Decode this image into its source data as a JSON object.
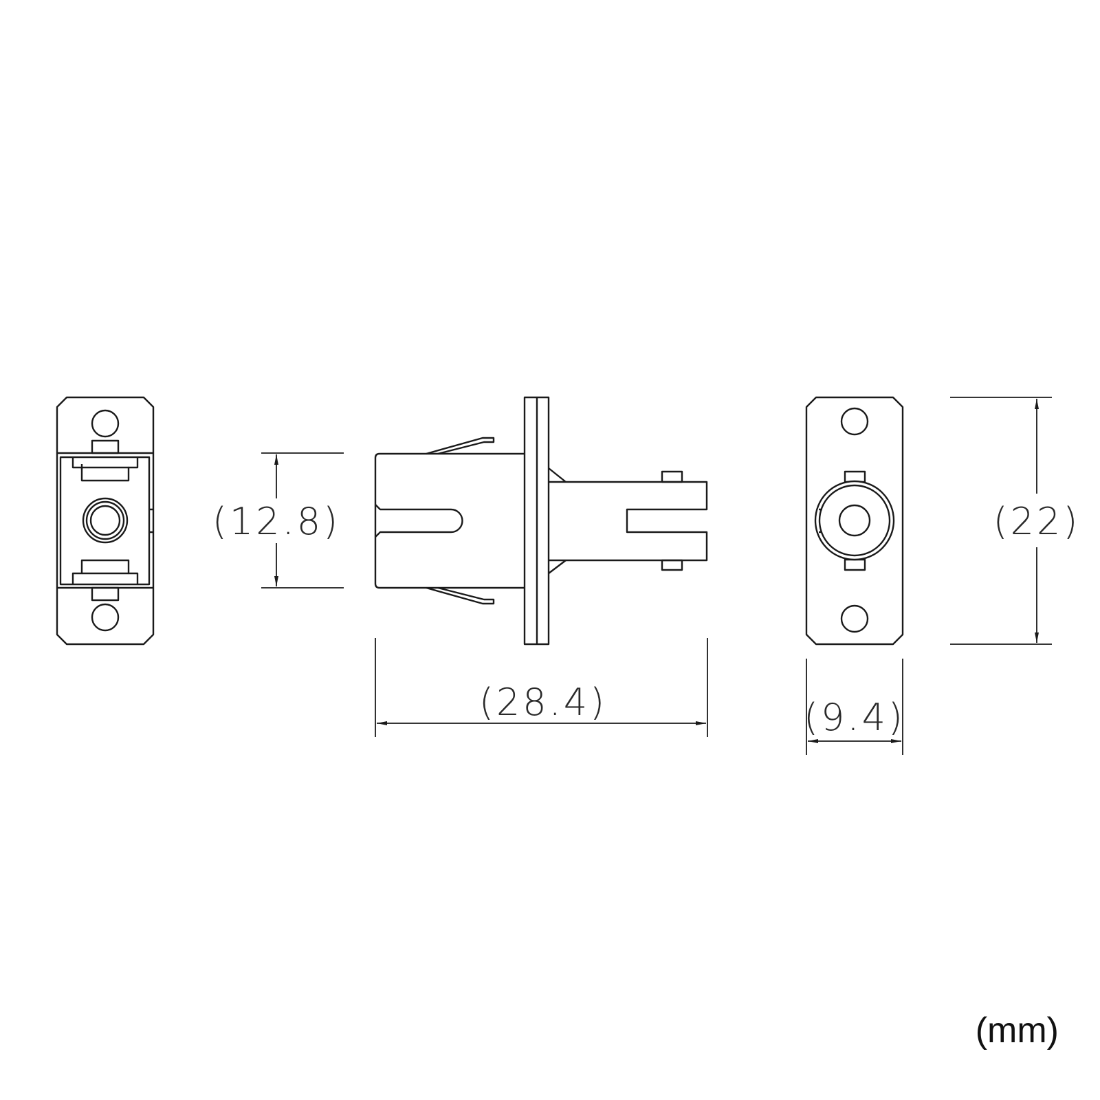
{
  "diagram": {
    "units_label": "(mm)",
    "dimensions": {
      "body_height": "(12.8)",
      "overall_length": "(28.4)",
      "flange_height": "(22)",
      "flange_width": "(9.4)"
    },
    "views": [
      "front-view-sc-side",
      "side-view",
      "rear-view-st-side"
    ],
    "line_color": "#1a1a1a"
  }
}
